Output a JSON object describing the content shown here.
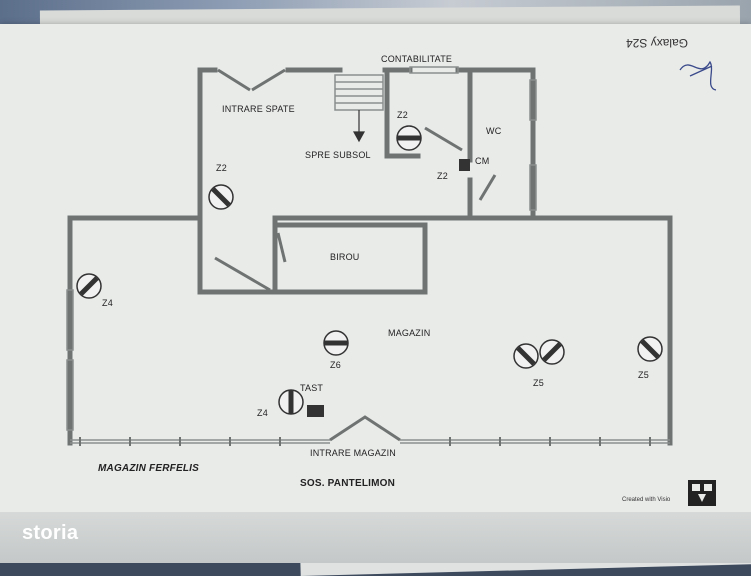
{
  "floorplan": {
    "rooms": {
      "intrare_spate": "INTRARE SPATE",
      "contabilitate": "CONTABILITATE",
      "spre_subsol": "SPRE SUBSOL",
      "wc": "WC",
      "cm": "CM",
      "birou": "BIROU",
      "magazin": "MAGAZIN",
      "intrare_magazin": "INTRARE MAGAZIN",
      "tast": "TAST"
    },
    "zones": {
      "z2_hall": "Z2",
      "z2_office": "Z2",
      "z2_door": "Z2",
      "z4_left": "Z4",
      "z4_bottom": "Z4",
      "z6": "Z6",
      "z5_middle": "Z5",
      "z5_right": "Z5"
    },
    "title": "MAGAZIN FERFELIS",
    "address": "SOS. PANTELIMON"
  },
  "footer": {
    "created_with": "Created with Visio"
  },
  "overlay": {
    "camera_watermark": "Galaxy S24",
    "brand": "storia"
  },
  "colors": {
    "wall": "#6f7473",
    "paper": "#e9ebe9",
    "brand": "#ffffff"
  }
}
